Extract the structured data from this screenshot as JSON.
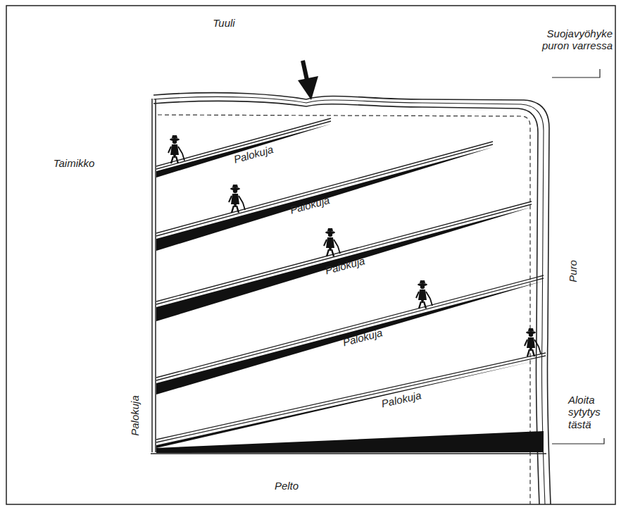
{
  "diagram": {
    "labels": [
      "Tuuli",
      "Suojavyöhyke puron varressa",
      "Palokuja",
      "Palokuja",
      "Palokuja",
      "Palokuja",
      "Palokuja",
      "Taimikko",
      "Puro",
      "Aloita sytytys tästä",
      "Palokuja",
      "Pelto"
    ]
  }
}
